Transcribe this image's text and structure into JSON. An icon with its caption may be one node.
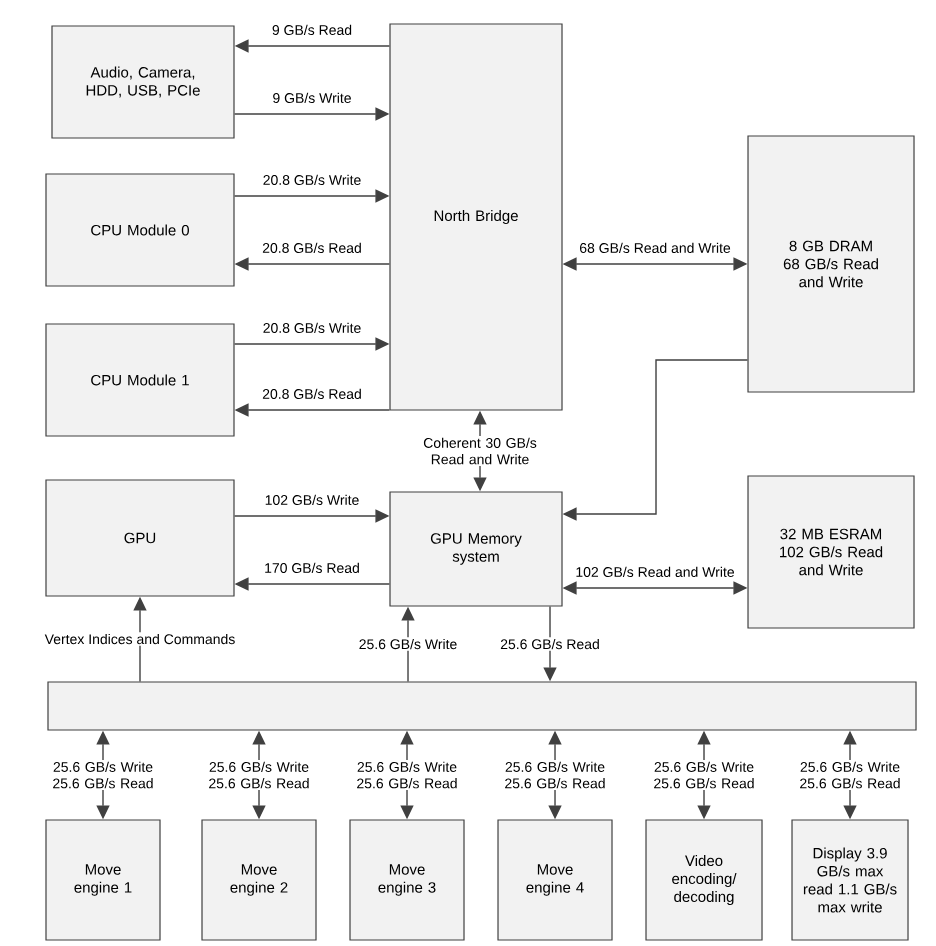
{
  "diagram": {
    "nodes": [
      {
        "text": [
          "Audio, Camera, HDD, USB, PCIe"
        ]
      },
      {
        "text": [
          "CPU Module 0"
        ]
      },
      {
        "text": [
          "CPU Module 1"
        ]
      },
      {
        "text": [
          "North Bridge"
        ]
      },
      {
        "text": [
          "8 GB DRAM 68 GB/s Read and Write"
        ]
      },
      {
        "text": [
          "GPU"
        ]
      },
      {
        "text": [
          "GPU Memory system"
        ]
      },
      {
        "text": [
          "32 MB ESRAM 102 GB/s Read and Write"
        ]
      },
      {
        "text": [],
        "shape": "bar"
      },
      {
        "text": [
          "Move engine 1"
        ]
      },
      {
        "text": [
          "Move engine 2"
        ]
      },
      {
        "text": [
          "Move engine 3"
        ]
      },
      {
        "text": [
          "Move engine 4"
        ]
      },
      {
        "text": [
          "Video encoding/ decoding"
        ]
      },
      {
        "text": [
          "Display 3.9 GB/s max read 1.1 GB/s max write"
        ]
      }
    ],
    "edges": [
      {
        "from": 3,
        "to": 0,
        "arrow": "to",
        "label": "9 GB/s Read"
      },
      {
        "from": 0,
        "to": 3,
        "arrow": "to",
        "label": "9 GB/s Write"
      },
      {
        "from": 1,
        "to": 3,
        "arrow": "to",
        "label": "20.8 GB/s Write"
      },
      {
        "from": 3,
        "to": 1,
        "arrow": "to",
        "label": "20.8 GB/s Read"
      },
      {
        "from": 2,
        "to": 3,
        "arrow": "to",
        "label": "20.8 GB/s Write"
      },
      {
        "from": 3,
        "to": 2,
        "arrow": "to",
        "label": "20.8 GB/s Read"
      },
      {
        "from": 3,
        "to": 4,
        "arrow": "both",
        "label": "68 GB/s Read and Write"
      },
      {
        "from": 4,
        "to": 6,
        "arrow": "to"
      },
      {
        "from": 6,
        "to": 3,
        "arrow": "both",
        "label": "Coherent 30 GB/s Read and Write"
      },
      {
        "from": 5,
        "to": 6,
        "arrow": "to",
        "label": "102 GB/s Write"
      },
      {
        "from": 6,
        "to": 5,
        "arrow": "to",
        "label": "170 GB/s Read"
      },
      {
        "from": 6,
        "to": 7,
        "arrow": "both",
        "label": "102 GB/s Read and Write"
      },
      {
        "from": 8,
        "to": 5,
        "arrow": "to",
        "label": "Vertex Indices and Commands"
      },
      {
        "from": 8,
        "to": 6,
        "arrow": "to",
        "label": "25.6 GB/s Write"
      },
      {
        "from": 6,
        "to": 8,
        "arrow": "to",
        "label": "25.6 GB/s Read"
      },
      {
        "from": 8,
        "to": 9,
        "arrow": "both",
        "label": "25.6 GB/s Write 25.6 GB/s Read"
      },
      {
        "from": 8,
        "to": 10,
        "arrow": "both",
        "label": "25.6 GB/s Write 25.6 GB/s Read"
      },
      {
        "from": 8,
        "to": 11,
        "arrow": "both",
        "label": "25.6 GB/s Write 25.6 GB/s Read"
      },
      {
        "from": 8,
        "to": 12,
        "arrow": "both",
        "label": "25.6 GB/s Write 25.6 GB/s Read"
      },
      {
        "from": 8,
        "to": 13,
        "arrow": "both",
        "label": "25.6 GB/s Write 25.6 GB/s Read"
      },
      {
        "from": 8,
        "to": 14,
        "arrow": "both",
        "label": "25.6 GB/s Write 25.6 GB/s Read"
      }
    ]
  }
}
